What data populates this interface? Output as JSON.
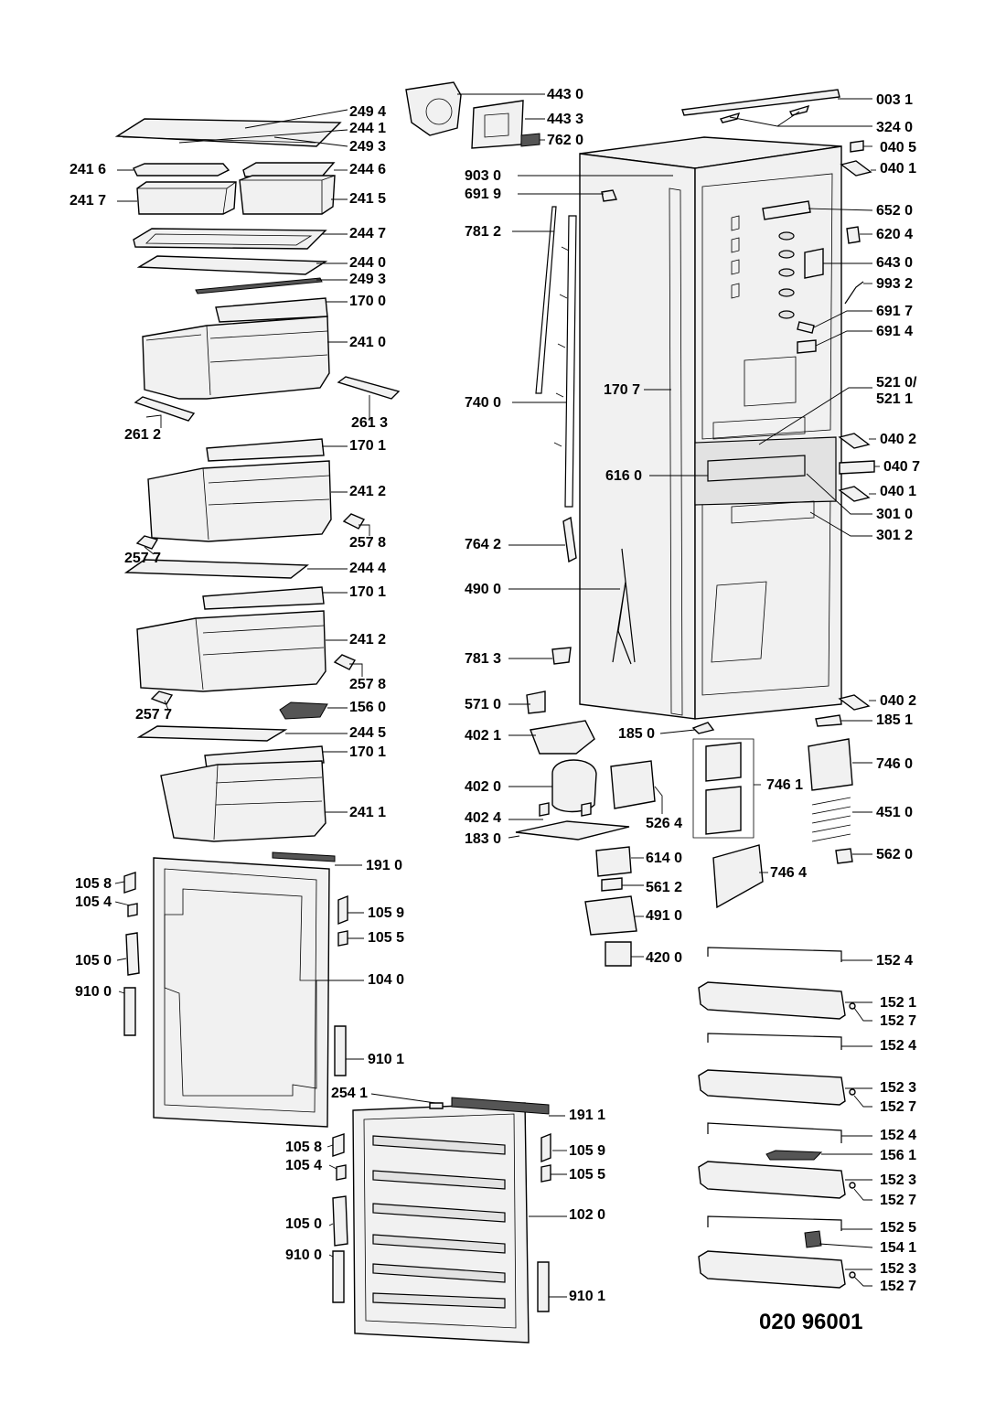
{
  "drawing_code": "020 96001",
  "parts": [
    {
      "ref": "443 0",
      "k": "p443_0"
    },
    {
      "ref": "443 3",
      "k": "p443_3"
    },
    {
      "ref": "762 0",
      "k": "p762_0"
    },
    {
      "ref": "249 4",
      "k": "p249_4"
    },
    {
      "ref": "244 1",
      "k": "p244_1"
    },
    {
      "ref": "249 3",
      "k": "p249_3a"
    },
    {
      "ref": "241 6",
      "k": "p241_6"
    },
    {
      "ref": "244 6",
      "k": "p244_6"
    },
    {
      "ref": "241 7",
      "k": "p241_7"
    },
    {
      "ref": "241 5",
      "k": "p241_5"
    },
    {
      "ref": "244 7",
      "k": "p244_7"
    },
    {
      "ref": "244 0",
      "k": "p244_0"
    },
    {
      "ref": "249 3",
      "k": "p249_3b"
    },
    {
      "ref": "170 0",
      "k": "p170_0"
    },
    {
      "ref": "241 0",
      "k": "p241_0"
    },
    {
      "ref": "261 2",
      "k": "p261_2"
    },
    {
      "ref": "261 3",
      "k": "p261_3"
    },
    {
      "ref": "170 1",
      "k": "p170_1a"
    },
    {
      "ref": "241 2",
      "k": "p241_2a"
    },
    {
      "ref": "257 7",
      "k": "p257_7a"
    },
    {
      "ref": "257 8",
      "k": "p257_8a"
    },
    {
      "ref": "244 4",
      "k": "p244_4"
    },
    {
      "ref": "170 1",
      "k": "p170_1b"
    },
    {
      "ref": "241 2",
      "k": "p241_2b"
    },
    {
      "ref": "257 8",
      "k": "p257_8b"
    },
    {
      "ref": "257 7",
      "k": "p257_7b"
    },
    {
      "ref": "156 0",
      "k": "p156_0"
    },
    {
      "ref": "244 5",
      "k": "p244_5"
    },
    {
      "ref": "170 1",
      "k": "p170_1c"
    },
    {
      "ref": "241 1",
      "k": "p241_1"
    },
    {
      "ref": "191 0",
      "k": "p191_0"
    },
    {
      "ref": "105 8",
      "k": "p105_8a"
    },
    {
      "ref": "105 4",
      "k": "p105_4a"
    },
    {
      "ref": "105 9",
      "k": "p105_9a"
    },
    {
      "ref": "105 5",
      "k": "p105_5a"
    },
    {
      "ref": "105 0",
      "k": "p105_0a"
    },
    {
      "ref": "104 0",
      "k": "p104_0"
    },
    {
      "ref": "910 0",
      "k": "p910_0a"
    },
    {
      "ref": "910 1",
      "k": "p910_1a"
    },
    {
      "ref": "254 1",
      "k": "p254_1"
    },
    {
      "ref": "191 1",
      "k": "p191_1"
    },
    {
      "ref": "105 8",
      "k": "p105_8b"
    },
    {
      "ref": "105 9",
      "k": "p105_9b"
    },
    {
      "ref": "105 4",
      "k": "p105_4b"
    },
    {
      "ref": "105 5",
      "k": "p105_5b"
    },
    {
      "ref": "105 0",
      "k": "p105_0b"
    },
    {
      "ref": "102 0",
      "k": "p102_0"
    },
    {
      "ref": "910 0",
      "k": "p910_0b"
    },
    {
      "ref": "910 1",
      "k": "p910_1b"
    },
    {
      "ref": "903 0",
      "k": "p903_0"
    },
    {
      "ref": "691 9",
      "k": "p691_9"
    },
    {
      "ref": "781 2",
      "k": "p781_2"
    },
    {
      "ref": "740 0",
      "k": "p740_0"
    },
    {
      "ref": "170 7",
      "k": "p170_7"
    },
    {
      "ref": "616 0",
      "k": "p616_0"
    },
    {
      "ref": "764 2",
      "k": "p764_2"
    },
    {
      "ref": "490 0",
      "k": "p490_0"
    },
    {
      "ref": "781 3",
      "k": "p781_3"
    },
    {
      "ref": "571 0",
      "k": "p571_0"
    },
    {
      "ref": "402 1",
      "k": "p402_1"
    },
    {
      "ref": "185 0",
      "k": "p185_0"
    },
    {
      "ref": "402 0",
      "k": "p402_0"
    },
    {
      "ref": "402 4",
      "k": "p402_4"
    },
    {
      "ref": "526 4",
      "k": "p526_4"
    },
    {
      "ref": "183 0",
      "k": "p183_0"
    },
    {
      "ref": "746 1",
      "k": "p746_1"
    },
    {
      "ref": "614 0",
      "k": "p614_0"
    },
    {
      "ref": "746 4",
      "k": "p746_4"
    },
    {
      "ref": "561 2",
      "k": "p561_2"
    },
    {
      "ref": "491 0",
      "k": "p491_0"
    },
    {
      "ref": "420 0",
      "k": "p420_0"
    },
    {
      "ref": "003 1",
      "k": "p003_1"
    },
    {
      "ref": "324 0",
      "k": "p324_0"
    },
    {
      "ref": "040 5",
      "k": "p040_5"
    },
    {
      "ref": "040 1",
      "k": "p040_1a"
    },
    {
      "ref": "652 0",
      "k": "p652_0"
    },
    {
      "ref": "620 4",
      "k": "p620_4"
    },
    {
      "ref": "643 0",
      "k": "p643_0"
    },
    {
      "ref": "993 2",
      "k": "p993_2"
    },
    {
      "ref": "691 7",
      "k": "p691_7"
    },
    {
      "ref": "691 4",
      "k": "p691_4"
    },
    {
      "ref": "521 0/",
      "k": "p521_0"
    },
    {
      "ref": "521 1",
      "k": "p521_1"
    },
    {
      "ref": "040 2",
      "k": "p040_2a"
    },
    {
      "ref": "040 7",
      "k": "p040_7"
    },
    {
      "ref": "040 1",
      "k": "p040_1b"
    },
    {
      "ref": "301 0",
      "k": "p301_0"
    },
    {
      "ref": "301 2",
      "k": "p301_2"
    },
    {
      "ref": "040 2",
      "k": "p040_2b"
    },
    {
      "ref": "185 1",
      "k": "p185_1"
    },
    {
      "ref": "746 0",
      "k": "p746_0"
    },
    {
      "ref": "451 0",
      "k": "p451_0"
    },
    {
      "ref": "562 0",
      "k": "p562_0"
    },
    {
      "ref": "152 4",
      "k": "p152_4a"
    },
    {
      "ref": "152 1",
      "k": "p152_1"
    },
    {
      "ref": "152 7",
      "k": "p152_7a"
    },
    {
      "ref": "152 4",
      "k": "p152_4b"
    },
    {
      "ref": "152 3",
      "k": "p152_3a"
    },
    {
      "ref": "152 7",
      "k": "p152_7b"
    },
    {
      "ref": "152 4",
      "k": "p152_4c"
    },
    {
      "ref": "156 1",
      "k": "p156_1"
    },
    {
      "ref": "152 3",
      "k": "p152_3b"
    },
    {
      "ref": "152 7",
      "k": "p152_7c"
    },
    {
      "ref": "152 5",
      "k": "p152_5"
    },
    {
      "ref": "154 1",
      "k": "p154_1"
    },
    {
      "ref": "152 3",
      "k": "p152_3c"
    },
    {
      "ref": "152 7",
      "k": "p152_7d"
    }
  ]
}
